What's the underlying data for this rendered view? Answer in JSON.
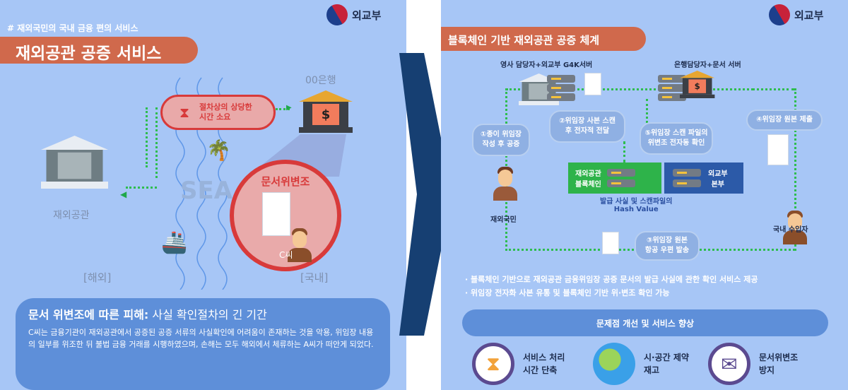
{
  "left": {
    "logo_text": "외교부",
    "hashtag": "# 재외국민의 국내 금융 편의 서비스",
    "title": "재외공관 공증 서비스",
    "bank_label": "00은행",
    "delay_text": "절차상의 상당한\n시간 소요",
    "sea_label": "SEA",
    "embassy_label": "재외공관",
    "forgery_label": "문서위변조",
    "person_label": "C씨",
    "overseas_label": "[해외]",
    "domestic_label": "[국내]",
    "damage_title_bold": "문서 위변조에 따른 피해:",
    "damage_title_rest": " 사실 확인절차의 긴 기간",
    "damage_body": "C씨는 금융기관이 재외공관에서 공증된 공증 서류의 사실확인에 어려움이 존재하는 것을 악용, 위임장 내용의 일부를 위조한 뒤 불법 금융 거래를 시행하였으며, 손해는 모두 해외에서 체류하는 A씨가 떠안게 되었다."
  },
  "right": {
    "logo_text": "외교부",
    "title": "블록체인 기반 재외공관 공증 체계",
    "consul_server_label": "영사 담당자+외교부 G4K서버",
    "bank_server_label": "은행담당자+문서 서버",
    "steps": [
      "①종이 위임장\n작성 후 공증",
      "②위임장 사본 스캔\n후 전자적 전달",
      "③위임장 원본\n항공 우편 발송",
      "④위임장 원본 제출",
      "⑤위임장 스캔 파일의\n위변조 전자동 확인"
    ],
    "blockchain_box": "재외공관\n블록체인",
    "mofa_box": "외교부\n본부",
    "hash_label": "발급 사실 및 스캔파일의\nHash Value",
    "citizen_label": "재외국민",
    "importer_label": "국내 수입자",
    "bullets": [
      "· 블록체인 기반으로 재외공관 금융위임장 공증 문서의  발급 사실에 관한 확인 서비스 제공",
      "· 위임장 전자화 사본 유통 및 블록체인 기반 위·변조 확인 가능"
    ],
    "improve_title": "문제점 개선 및 서비스 향상",
    "features": [
      {
        "icon": "hourglass-icon",
        "label": "서비스 처리\n시간 단축"
      },
      {
        "icon": "globe-icon",
        "label": "시·공간 제약\n재고"
      },
      {
        "icon": "envelope-document-icon",
        "label": "문서위변조\n방지"
      }
    ]
  },
  "colors": {
    "panel_bg": "#a7c6f6",
    "title_orange": "#d0694c",
    "navy": "#163f72",
    "green": "#2ebd4e",
    "alert_red": "#d83a3a"
  }
}
